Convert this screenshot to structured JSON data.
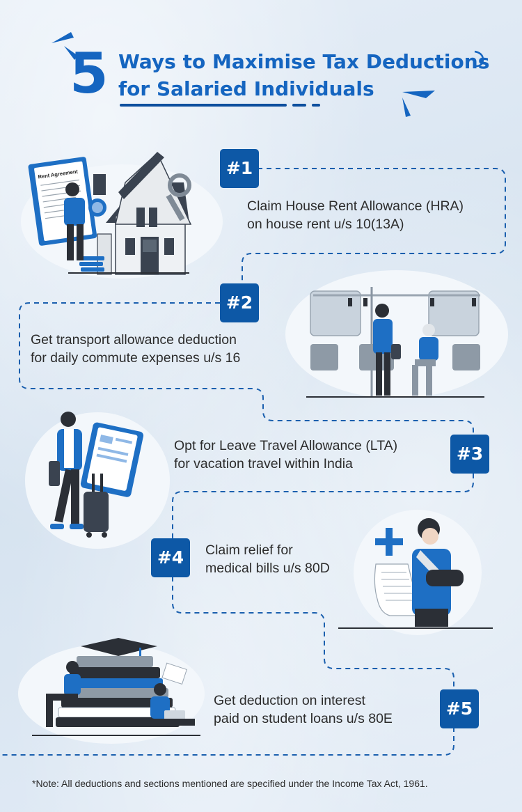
{
  "title": {
    "number": "5",
    "line1": "Ways to Maximise Tax Deductions",
    "line2": "for Salaried Individuals"
  },
  "steps": [
    {
      "badge": "#1",
      "line1": "Claim House Rent Allowance (HRA)",
      "line2": "on house rent u/s 10(13A)",
      "illustration": "house-with-rent-agreement"
    },
    {
      "badge": "#2",
      "line1": "Get transport allowance deduction",
      "line2": "for daily commute expenses u/s 16",
      "illustration": "metro-commuters"
    },
    {
      "badge": "#3",
      "line1": "Opt for Leave Travel Allowance (LTA)",
      "line2": "for vacation travel within India",
      "illustration": "traveller-with-luggage"
    },
    {
      "badge": "#4",
      "line1": "Claim relief for",
      "line2": "medical bills u/s 80D",
      "illustration": "injured-man-with-medical-bill"
    },
    {
      "badge": "#5",
      "line1": "Get deduction on interest",
      "line2": "paid on student loans u/s 80E",
      "illustration": "students-with-books"
    }
  ],
  "illustration_text": {
    "rent_agreement": "Rent Agreement"
  },
  "note": "*Note: All deductions and sections mentioned are specified under the Income Tax Act, 1961.",
  "colors": {
    "accent": "#0d58a6",
    "title": "#1565c0",
    "shirt": "#1e6fc4",
    "background": "#dfe9f3"
  }
}
